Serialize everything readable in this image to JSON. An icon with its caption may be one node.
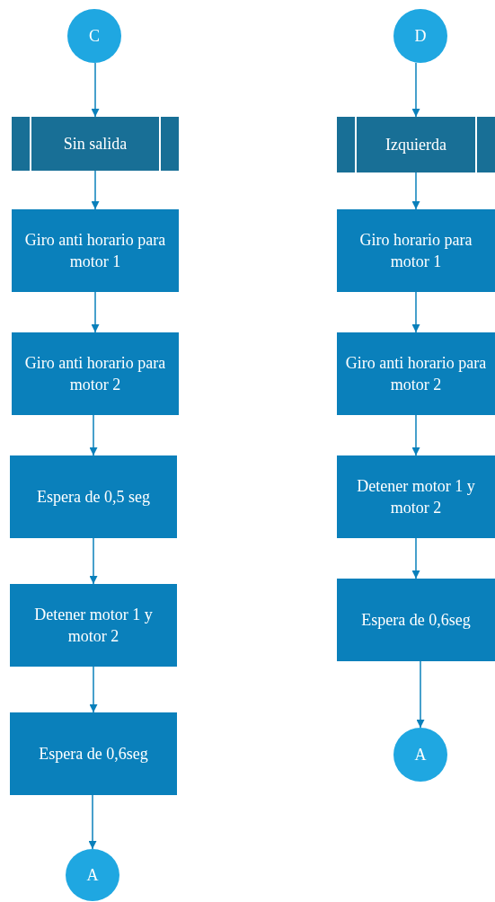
{
  "diagram": {
    "nodes": [
      {
        "text": [
          "C"
        ]
      },
      {
        "text": [
          "Sin salida"
        ]
      },
      {
        "text": [
          "Giro anti horario para motor 1"
        ]
      },
      {
        "text": [
          "Giro anti horario para motor 2"
        ]
      },
      {
        "text": [
          "Espera de 0,5 seg"
        ]
      },
      {
        "text": [
          "Detener motor 1 y motor 2"
        ]
      },
      {
        "text": [
          "Espera de 0,6seg"
        ]
      },
      {
        "text": [
          "A"
        ]
      },
      {
        "text": [
          "D"
        ]
      },
      {
        "text": [
          "Izquierda"
        ]
      },
      {
        "text": [
          "Giro horario para motor 1"
        ]
      },
      {
        "text": [
          "Giro anti horario para motor 2"
        ]
      },
      {
        "text": [
          "Detener motor 1 y motor 2"
        ]
      },
      {
        "text": [
          "Espera de 0,6seg"
        ]
      },
      {
        "text": [
          "A"
        ]
      }
    ],
    "edges": [
      {
        "from": 0,
        "to": 1,
        "arrow": "to"
      },
      {
        "from": 1,
        "to": 2,
        "arrow": "to"
      },
      {
        "from": 2,
        "to": 3,
        "arrow": "to"
      },
      {
        "from": 3,
        "to": 4,
        "arrow": "to"
      },
      {
        "from": 4,
        "to": 5,
        "arrow": "to"
      },
      {
        "from": 5,
        "to": 6,
        "arrow": "to"
      },
      {
        "from": 6,
        "to": 7,
        "arrow": "to"
      },
      {
        "from": 8,
        "to": 9,
        "arrow": "to"
      },
      {
        "from": 9,
        "to": 10,
        "arrow": "to"
      },
      {
        "from": 10,
        "to": 11,
        "arrow": "to"
      },
      {
        "from": 11,
        "to": 12,
        "arrow": "to"
      },
      {
        "from": 12,
        "to": 13,
        "arrow": "to"
      },
      {
        "from": 13,
        "to": 14,
        "arrow": "to"
      }
    ]
  }
}
